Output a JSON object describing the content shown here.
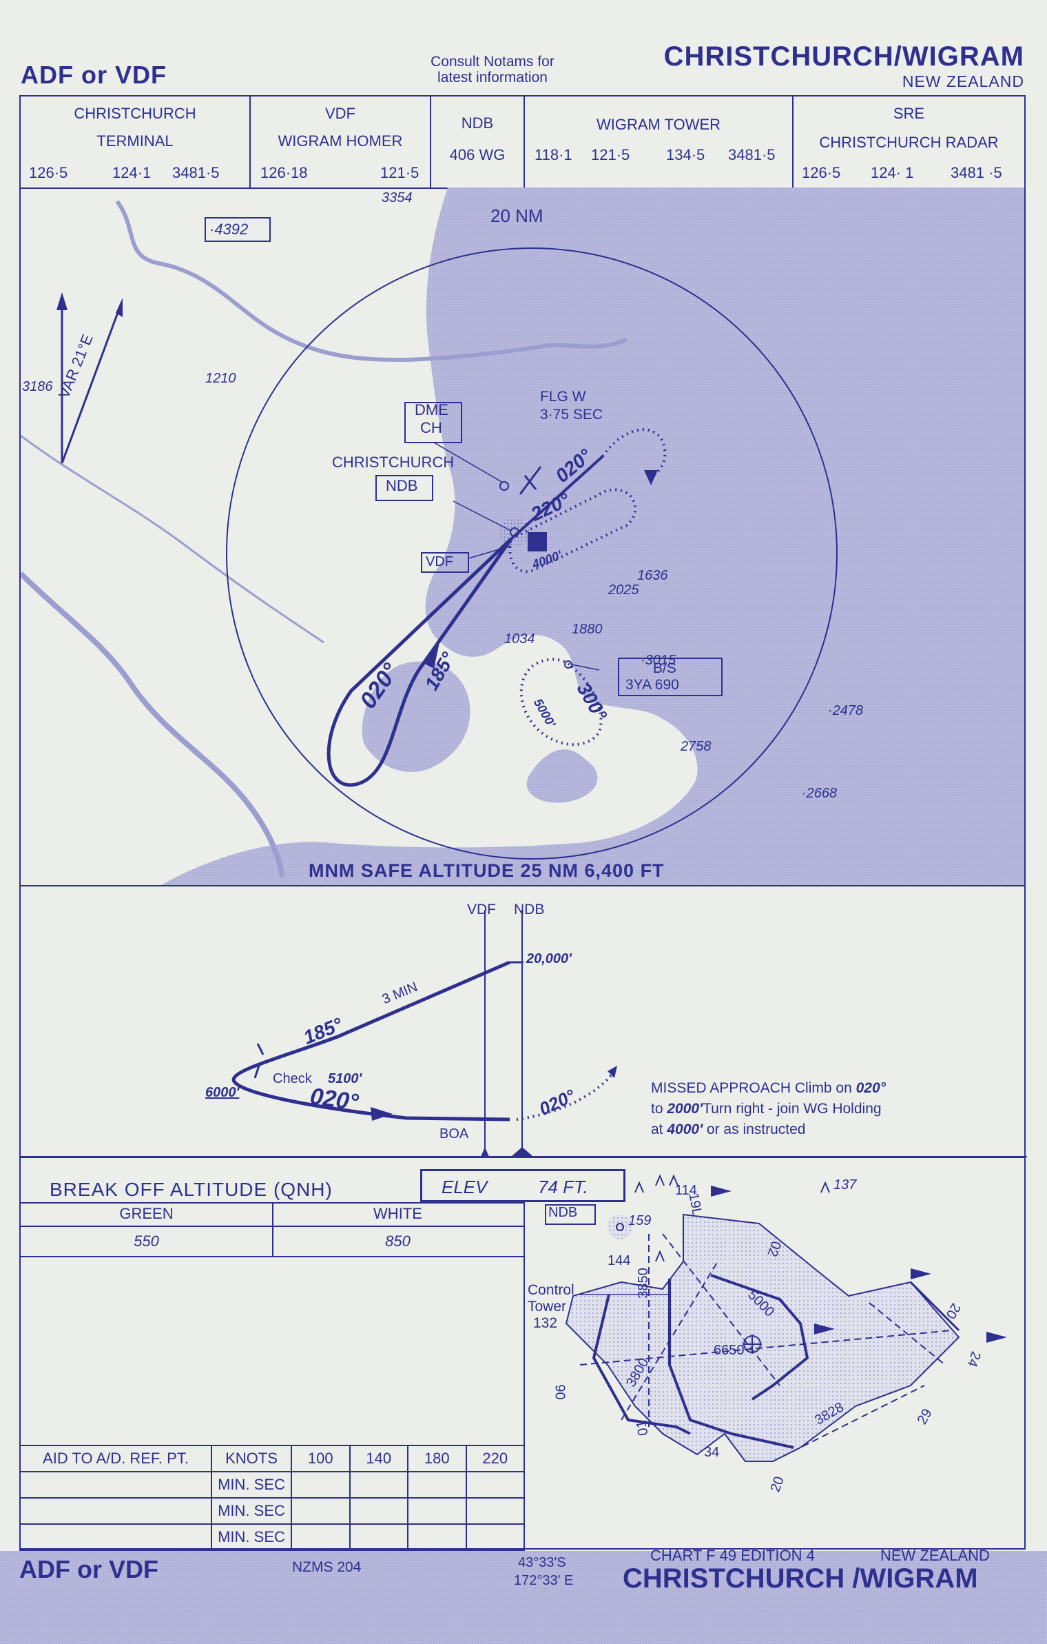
{
  "header": {
    "left_title": "ADF or VDF",
    "notams": [
      "Consult Notams for",
      "latest information"
    ],
    "title": "CHRISTCHURCH/WIGRAM",
    "country": "NEW ZEALAND"
  },
  "frequencies": {
    "terminal": {
      "name1": "CHRISTCHURCH",
      "name2": "TERMINAL",
      "f1": "126·5",
      "f2": "124·1",
      "f3": "3481·5"
    },
    "vdf": {
      "name1": "VDF",
      "name2": "WIGRAM HOMER",
      "f1": "126·18",
      "f2": "121·5"
    },
    "ndb": {
      "name1": "NDB",
      "name2": "406 WG"
    },
    "tower": {
      "name1": "WIGRAM TOWER",
      "f1": "118·1",
      "f2": "121·5",
      "f3": "134·5",
      "f4": "3481·5"
    },
    "sre": {
      "name1": "SRE",
      "name2": "CHRISTCHURCH RADAR",
      "f1": "126·5",
      "f2": "124· 1",
      "f3": "3481 ·5"
    }
  },
  "planview": {
    "elev_3354": "3354",
    "box_4392": "·4392",
    "ring_label": "20 NM",
    "var_label": "VAR 21°E",
    "elev_3186": "3186",
    "elev_1210": "1210",
    "dme_line1": "DME",
    "dme_line2": "CH",
    "flg_line1": "FLG W",
    "flg_line2": "3·75 SEC",
    "christchurch": "CHRISTCHURCH",
    "ndb_box": "NDB",
    "vdf_box": "VDF",
    "hdg_020_a": "020°",
    "hdg_220": "220°",
    "alt_4000": "4000'",
    "elev_1636": "1636",
    "elev_2025": "2025",
    "elev_1880": "1880",
    "elev_1034": "1034",
    "elev_3015": "·3015",
    "bs_line1": "B/S",
    "bs_line2": "3YA   690",
    "hdg_300": "300°",
    "alt_5000": "5000'",
    "hdg_020_b": "020°",
    "hdg_185": "185°",
    "elev_2478": "·2478",
    "elev_2758": "2758",
    "elev_2668": "·2668",
    "msa": "MNM SAFE ALTITUDE 25 NM 6,400 FT"
  },
  "profile": {
    "vdf": "VDF",
    "ndb": "NDB",
    "alt_20000": "20,000'",
    "three_min": "3 MIN",
    "hdg_185": "185°",
    "check": "Check",
    "check_alt": "5100'",
    "alt_6000": "6000'",
    "hdg_020": "020°",
    "hdg_020_missed": "020°",
    "boa": "BOA",
    "missed": [
      "MISSED APPROACH  Climb on",
      "020°",
      "to",
      "2000'",
      "Turn right - join WG Holding",
      "at",
      "4000'",
      "or as instructed"
    ]
  },
  "minima": {
    "break_off": "BREAK OFF ALTITUDE (QNH)",
    "elev_label": "ELEV",
    "elev_value": "74  FT.",
    "green_label": "GREEN",
    "white_label": "WHITE",
    "green_value": "550",
    "white_value": "850"
  },
  "timing": {
    "header": [
      "AID TO A/D. REF. PT.",
      "KNOTS",
      "100",
      "140",
      "180",
      "220"
    ],
    "rows": [
      "MIN. SEC",
      "MIN. SEC",
      "MIN. SEC"
    ]
  },
  "aerodrome": {
    "ndb": "NDB",
    "obs_114": "114",
    "obs_137": "137",
    "obs_159": "159",
    "obs_144": "144",
    "tower_line1": "Control",
    "tower_line2": "Tower",
    "tower_line3": "132",
    "rwy_19l": "19L",
    "rwy_02_top": "02",
    "rwy_20_right": "20",
    "rwy_24": "24",
    "rwy_29": "29",
    "rwy_20_bottom": "20",
    "rwy_34": "34",
    "rwy_01": "01",
    "rwy_06": "06",
    "d_3850": "3850",
    "d_5000": "5000",
    "d_3800": "3800",
    "d_6650": "6650",
    "d_3828": "3828"
  },
  "footer": {
    "left_title": "ADF or VDF",
    "nzms": "NZMS 204",
    "lat": "43°33'S",
    "lon": "172°33' E",
    "chart": "CHART F 49   EDITION 4",
    "country": "NEW  ZEALAND",
    "title": "CHRISTCHURCH /WIGRAM"
  },
  "colors": {
    "ink": "#2f2f8f",
    "paper": "#ecefe9",
    "sea": "#b7b8dc"
  }
}
